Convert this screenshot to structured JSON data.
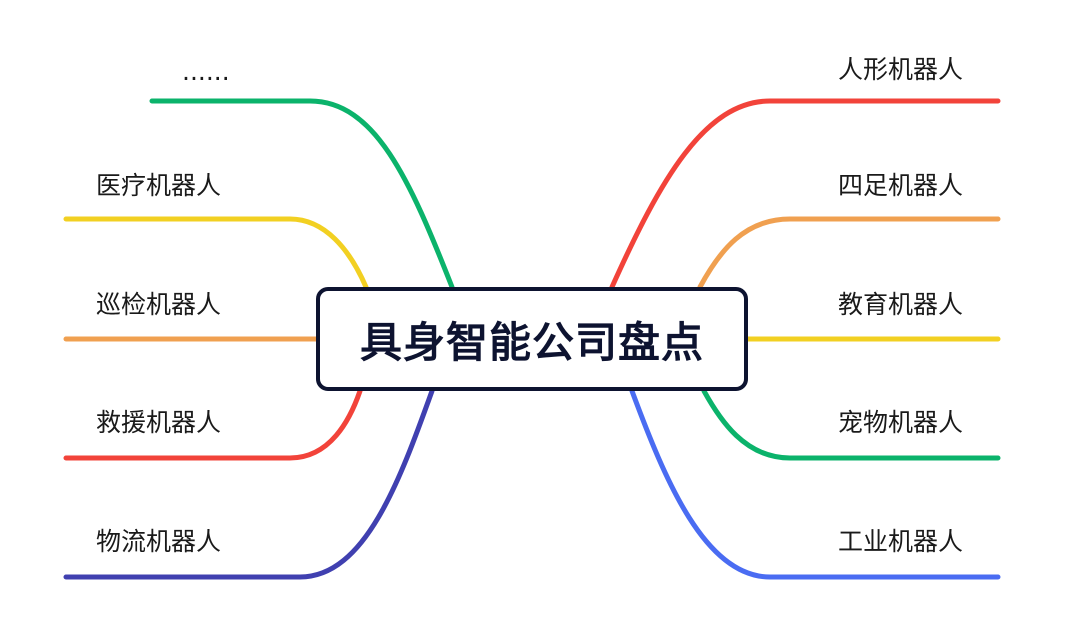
{
  "center": {
    "title": "具身智能公司盘点"
  },
  "branches": {
    "left": [
      {
        "label": "......",
        "color": "#0bb36b"
      },
      {
        "label": "医疗机器人",
        "color": "#f2d022"
      },
      {
        "label": "巡检机器人",
        "color": "#f0a050"
      },
      {
        "label": "救援机器人",
        "color": "#f2433a"
      },
      {
        "label": "物流机器人",
        "color": "#4040b0"
      }
    ],
    "right": [
      {
        "label": "人形机器人",
        "color": "#f2433a"
      },
      {
        "label": "四足机器人",
        "color": "#f0a050"
      },
      {
        "label": "教育机器人",
        "color": "#f2d022"
      },
      {
        "label": "宠物机器人",
        "color": "#0bb36b"
      },
      {
        "label": "工业机器人",
        "color": "#4a6cf2"
      }
    ]
  }
}
